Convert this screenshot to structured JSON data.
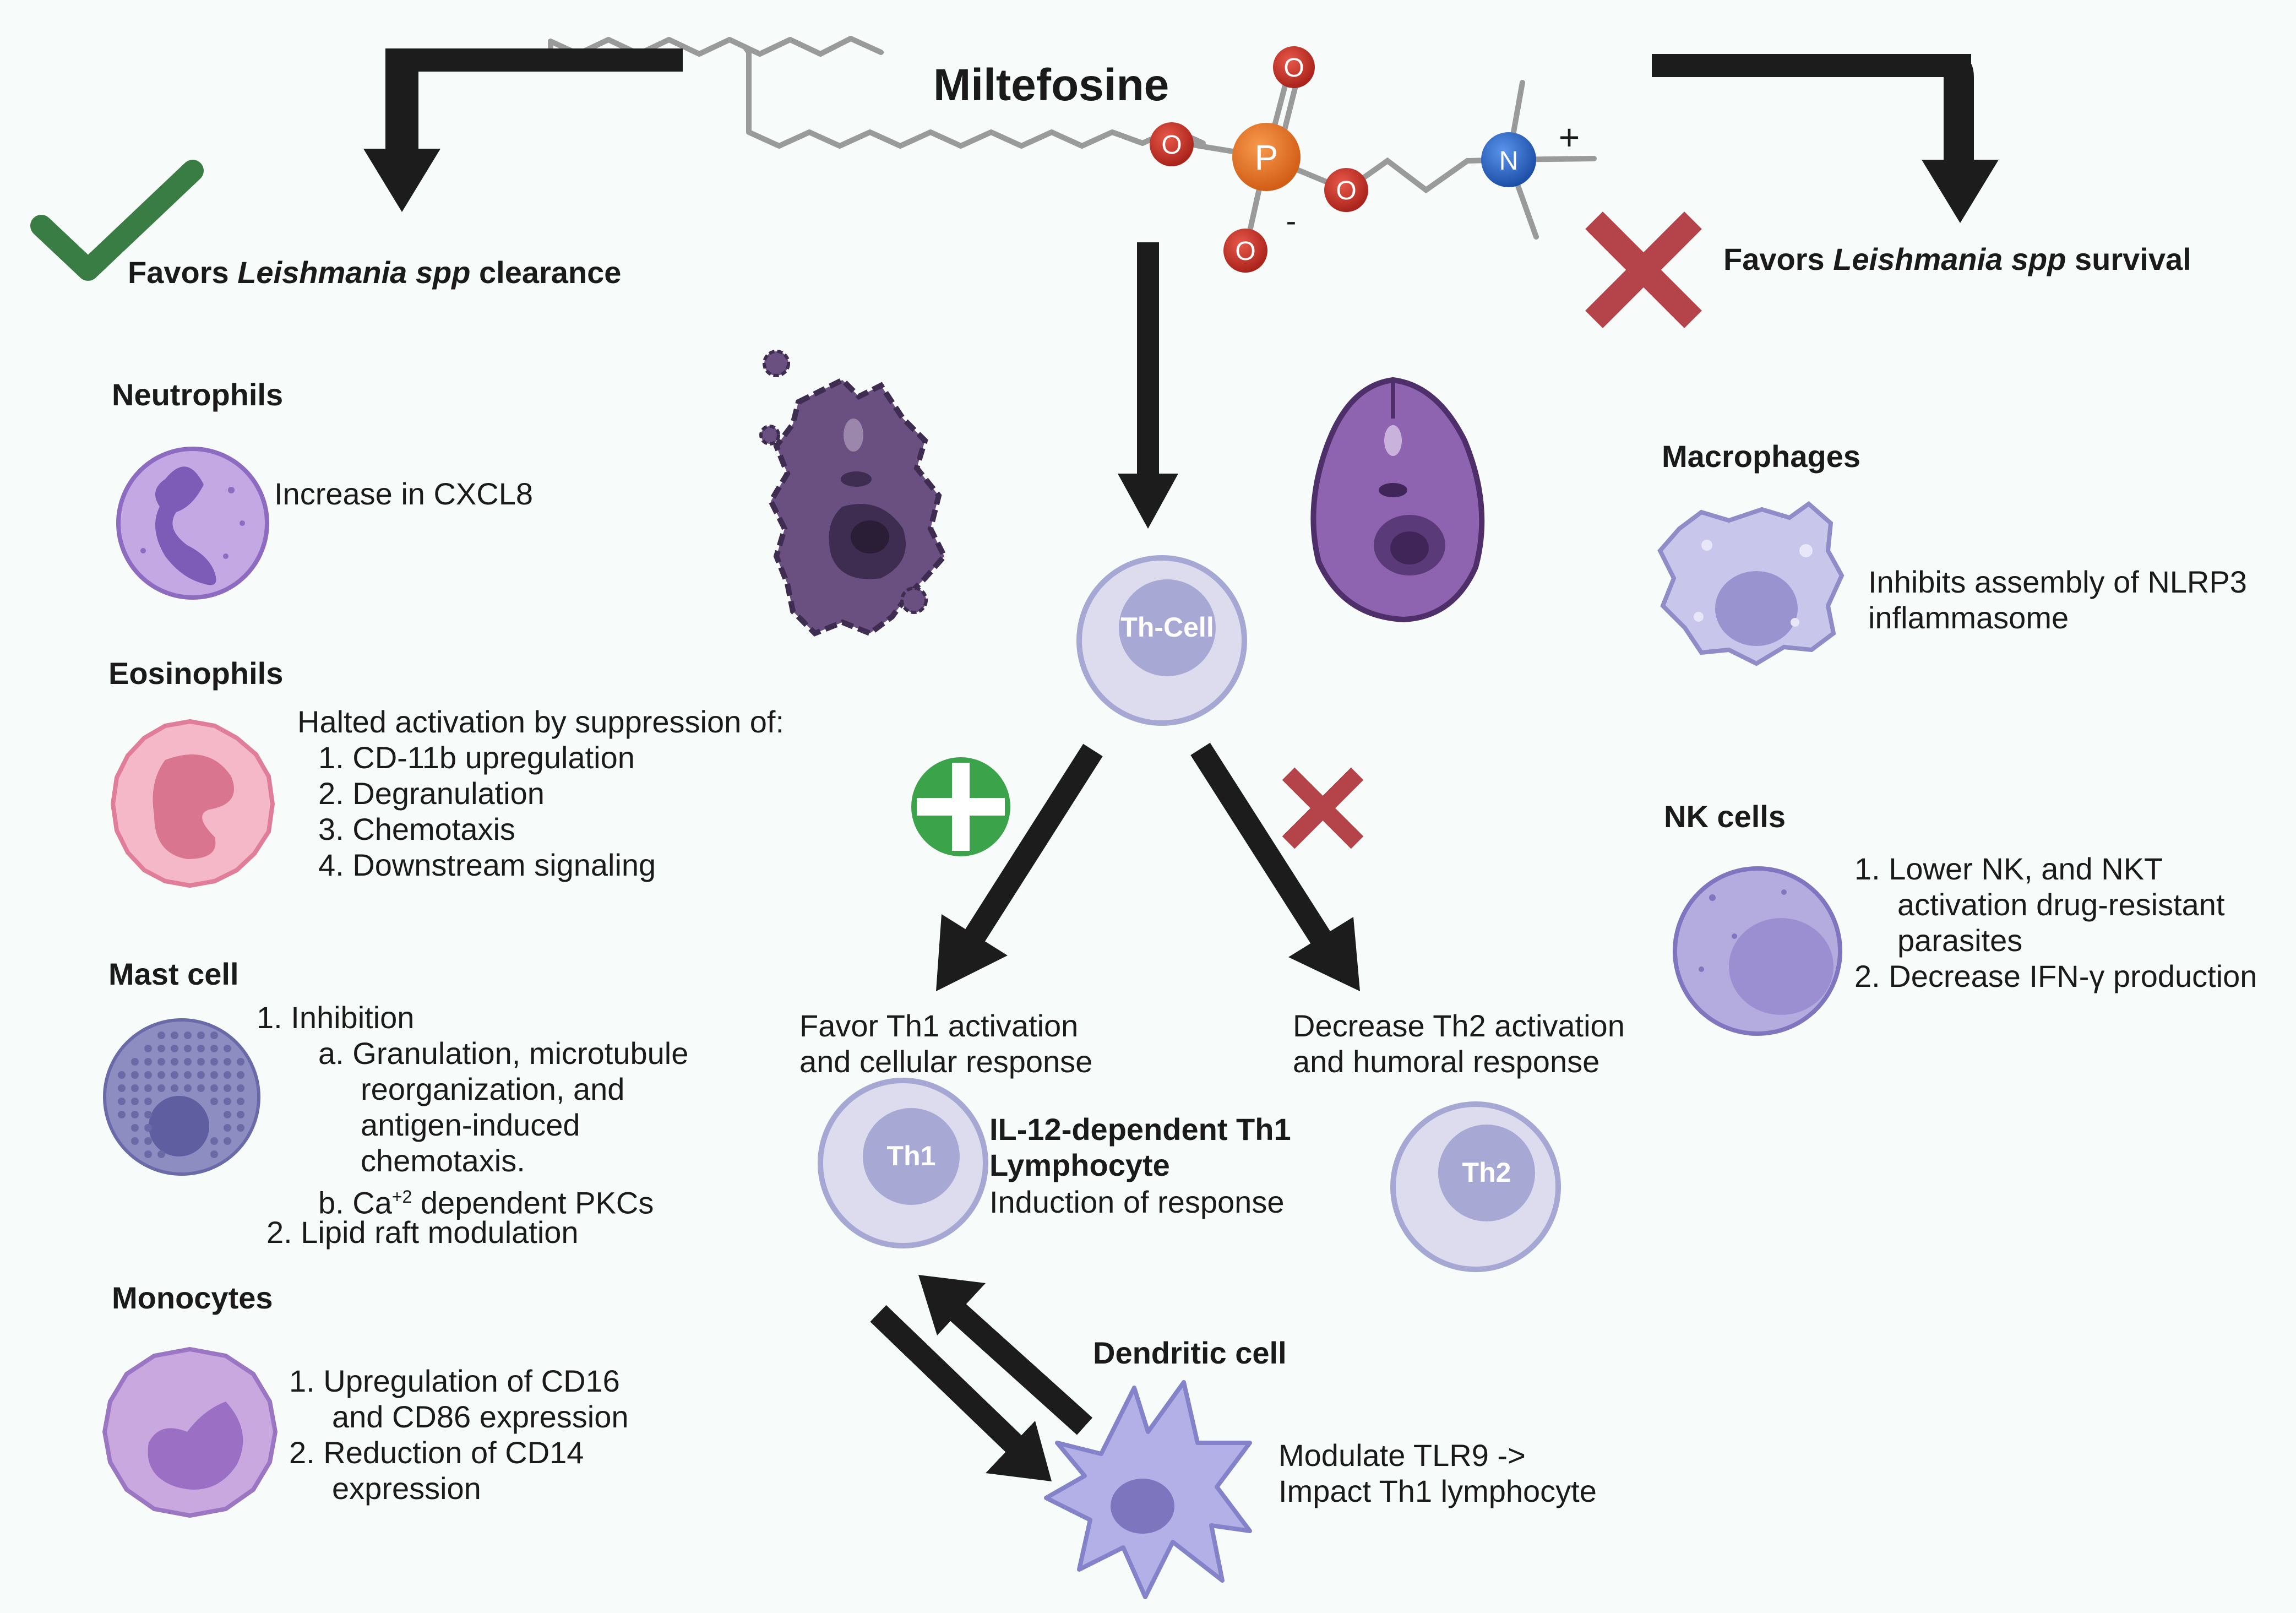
{
  "title": "Miltefosine",
  "molecule": {
    "atom_o": "O",
    "atom_p": "P",
    "atom_n": "N",
    "charge_plus": "+",
    "charge_minus": "-"
  },
  "left_header": {
    "prefix": "Favors ",
    "species": "Leishmania spp",
    "suffix": " clearance"
  },
  "right_header": {
    "prefix": "Favors ",
    "species": "Leishmania spp",
    "suffix": " survival"
  },
  "neutrophils": {
    "title": "Neutrophils",
    "text": "Increase in CXCL8"
  },
  "eosinophils": {
    "title": "Eosinophils",
    "intro": "Halted activation by suppression of:",
    "items": [
      "1.  CD-11b upregulation",
      "2.  Degranulation",
      "3.  Chemotaxis",
      "4.  Downstream signaling"
    ]
  },
  "mast_cell": {
    "title": "Mast cell",
    "item1": "1.  Inhibition",
    "sub_a": [
      "a.  Granulation, microtubule",
      "reorganization, and",
      "antigen-induced",
      "chemotaxis."
    ],
    "sub_b_prefix": "b.  Ca",
    "sub_b_sup": "+2",
    "sub_b_suffix": " dependent PKCs",
    "item2": "2. Lipid raft modulation"
  },
  "monocytes": {
    "title": "Monocytes",
    "items": [
      "1.  Upregulation of CD16",
      "and CD86 expression",
      "2.  Reduction of CD14",
      "expression"
    ]
  },
  "th_cell": {
    "label": "Th-Cell"
  },
  "th1": {
    "label": "Th1",
    "favor": [
      "Favor Th1 activation",
      "and cellular response"
    ],
    "bold": [
      "IL-12-dependent Th1",
      "Lymphocyte"
    ],
    "text": "Induction of response"
  },
  "th2": {
    "label": "Th2",
    "decrease": [
      "Decrease Th2 activation",
      "and humoral response"
    ]
  },
  "dendritic": {
    "title": "Dendritic cell",
    "text": [
      "Modulate TLR9 ->",
      "Impact Th1 lymphocyte"
    ]
  },
  "macrophages": {
    "title": "Macrophages",
    "text": [
      "Inhibits assembly of NLRP3",
      "inflammasome"
    ]
  },
  "nk_cells": {
    "title": "NK cells",
    "items": [
      "1.  Lower NK, and NKT",
      "activation drug-resistant",
      "parasites",
      "2.  Decrease IFN-γ production"
    ]
  },
  "colors": {
    "arrow": "#1c1c1c",
    "check": "#3a7d44",
    "cross": "#b5434a",
    "plus": "#3ba34a",
    "phosphorus": "#e5772e",
    "oxygen": "#c0392b",
    "nitrogen": "#2f6fd0"
  }
}
